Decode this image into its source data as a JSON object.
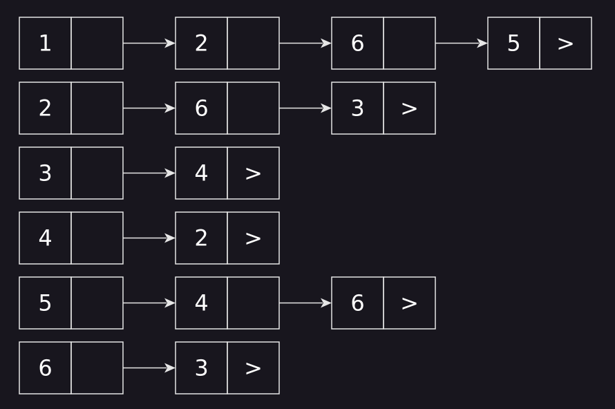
{
  "colors": {
    "background": "#18161e",
    "stroke": "#e6e6e6",
    "text": "#ffffff"
  },
  "rows": [
    {
      "head": "1",
      "nodes": [
        "2",
        "6",
        "5"
      ],
      "terminator": ">"
    },
    {
      "head": "2",
      "nodes": [
        "6",
        "3"
      ],
      "terminator": ">"
    },
    {
      "head": "3",
      "nodes": [
        "4"
      ],
      "terminator": ">"
    },
    {
      "head": "4",
      "nodes": [
        "2"
      ],
      "terminator": ">"
    },
    {
      "head": "5",
      "nodes": [
        "4",
        "6"
      ],
      "terminator": ">"
    },
    {
      "head": "6",
      "nodes": [
        "3"
      ],
      "terminator": ">"
    }
  ]
}
